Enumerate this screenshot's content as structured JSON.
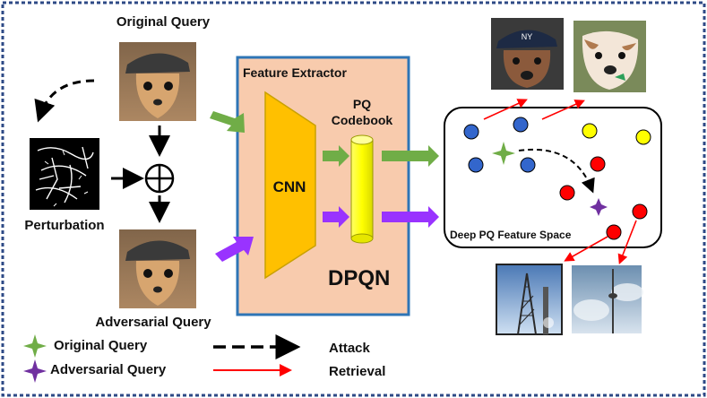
{
  "labels": {
    "original_query": "Original Query",
    "perturbation": "Perturbation",
    "adversarial_query": "Adversarial Query",
    "feature_extractor": "Feature Extractor",
    "cnn": "CNN",
    "pq_codebook_line1": "PQ",
    "pq_codebook_line2": "Codebook",
    "dpqn": "DPQN",
    "feature_space": "Deep PQ Feature Space"
  },
  "legend": {
    "original_query": "Original Query",
    "adversarial_query": "Adversarial Query",
    "attack": "Attack",
    "retrieval": "Retrieval"
  },
  "images": {
    "original_query": "chihuahua wearing a cap (original query image)",
    "perturbation": "edge-like perturbation noise (black background, white strokes)",
    "adversarial_query": "chihuahua wearing a cap (adversarial query image)",
    "retrieved_dog_1": "dog wearing a NY cap",
    "retrieved_dog_2": "bulldog puppy",
    "retrieved_tower_1": "lattice tower against sky",
    "retrieved_tower_2": "tall tower among clouds"
  },
  "colors": {
    "frame_dash": "#2e4a86",
    "extractor_fill": "#f8cbad",
    "extractor_border": "#2e75b6",
    "cnn_fill": "#ffc000",
    "cnn_stroke": "#c9a100",
    "codebook_fill": "#ffff00",
    "green_arrow": "#70ad47",
    "purple_arrow": "#9933ff",
    "blue_point": "#3366cc",
    "yellow_point": "#ffff00",
    "red_point": "#ff0000",
    "retrieval_arrow": "#ff0000",
    "star_green": "#70ad47",
    "star_purple": "#7030a0"
  }
}
